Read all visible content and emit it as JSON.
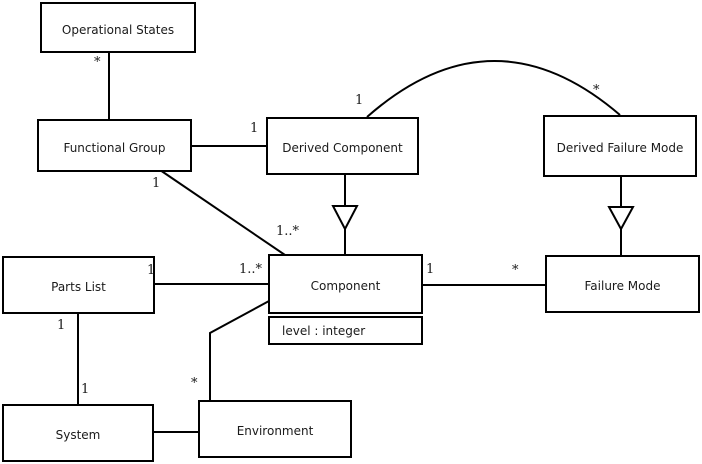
{
  "diagram": {
    "type": "uml-class-diagram",
    "background_color": "#ffffff",
    "line_color": "#000000",
    "text_color": "#1a1a1a"
  },
  "classes": [
    {
      "name": "Operational States"
    },
    {
      "name": "Functional Group"
    },
    {
      "name": "Derived Component"
    },
    {
      "name": "Derived Failure Mode"
    },
    {
      "name": "Component",
      "attribute": "level : integer"
    },
    {
      "name": "Parts List"
    },
    {
      "name": "Failure Mode"
    },
    {
      "name": "System"
    },
    {
      "name": "Environment"
    }
  ],
  "relationships": [
    {
      "a": "Operational States",
      "b": "Functional Group",
      "type": "association",
      "labels": [
        {
          "text": "*",
          "near": "Operational States"
        }
      ]
    },
    {
      "a": "Functional Group",
      "b": "Derived Component",
      "type": "association",
      "labels": [
        {
          "text": "1",
          "near": "Derived Component"
        }
      ]
    },
    {
      "a": "Functional Group",
      "b": "Component",
      "type": "association",
      "labels": [
        {
          "text": "1",
          "near": "Functional Group"
        },
        {
          "text": "1..*",
          "near": "Component"
        }
      ]
    },
    {
      "a": "Derived Component",
      "b": "Component",
      "type": "generalization",
      "labels": []
    },
    {
      "a": "Derived Component",
      "b": "Derived Failure Mode",
      "type": "association-arc",
      "labels": [
        {
          "text": "1",
          "near": "Derived Component"
        },
        {
          "text": "*",
          "near": "Derived Failure Mode"
        }
      ]
    },
    {
      "a": "Derived Failure Mode",
      "b": "Failure Mode",
      "type": "generalization",
      "labels": []
    },
    {
      "a": "Parts List",
      "b": "Component",
      "type": "association",
      "labels": [
        {
          "text": "1",
          "near": "Parts List"
        },
        {
          "text": "1..*",
          "near": "Component"
        }
      ]
    },
    {
      "a": "Component",
      "b": "Failure Mode",
      "type": "association",
      "labels": [
        {
          "text": "1",
          "near": "Component"
        },
        {
          "text": "*",
          "near": "Failure Mode"
        }
      ]
    },
    {
      "a": "Parts List",
      "b": "System",
      "type": "association",
      "labels": [
        {
          "text": "1",
          "near": "Parts List"
        },
        {
          "text": "1",
          "near": "System"
        }
      ]
    },
    {
      "a": "Component",
      "b": "Environment",
      "type": "association",
      "labels": [
        {
          "text": "*",
          "near": "Environment"
        }
      ]
    },
    {
      "a": "System",
      "b": "Environment",
      "type": "association",
      "labels": []
    }
  ]
}
